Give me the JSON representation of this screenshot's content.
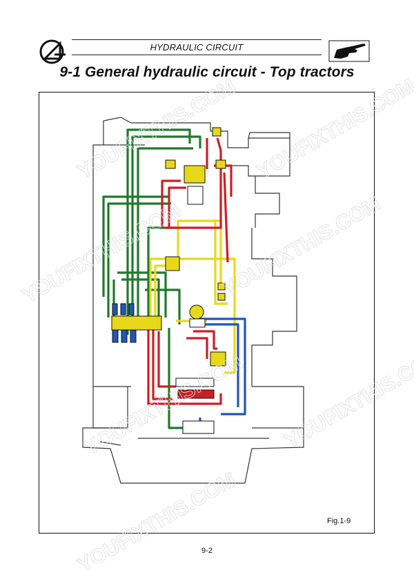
{
  "header": {
    "section_label": "HYDRAULIC CIRCUIT",
    "title": "9-1   General hydraulic circuit - Top tractors"
  },
  "figure": {
    "caption": "Fig.1-9"
  },
  "footer": {
    "page_number": "9-2"
  },
  "watermark": {
    "text": "YOUFIXTHIS.COM"
  },
  "colors": {
    "green": "#1f7a2a",
    "red": "#cc1f24",
    "yellow": "#e8d81a",
    "blue": "#1f56b8",
    "outline": "#333333"
  },
  "icons": [
    "brand-logo-icon",
    "pointing-hand-icon"
  ]
}
